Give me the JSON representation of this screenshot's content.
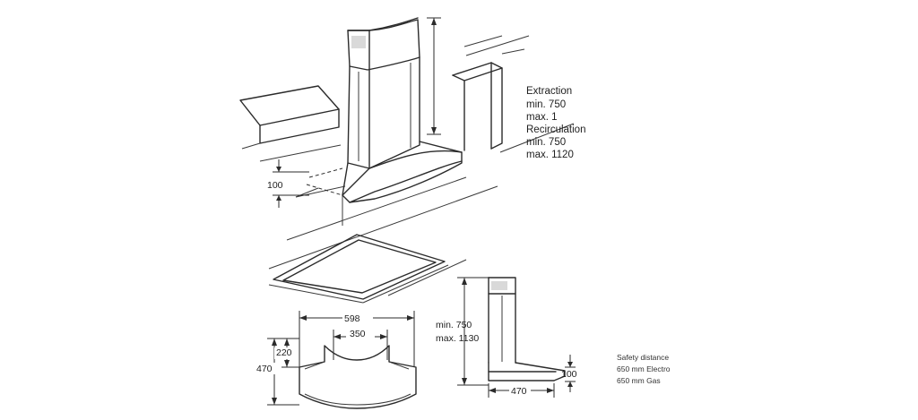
{
  "install_notes": {
    "extraction_title": "Extraction",
    "extraction_min": "min. 750",
    "extraction_max": "max. 1",
    "recirculation_title": "Recirculation",
    "recirculation_min": "min. 750",
    "recirculation_max": "max. 1120"
  },
  "perspective_dims": {
    "wall_offset": "100"
  },
  "plan_view": {
    "width_total": "598",
    "width_inner": "350",
    "depth_total": "470",
    "depth_inner": "220"
  },
  "side_view": {
    "height_min": "min. 750",
    "height_max": "max. 1130",
    "depth": "470",
    "canopy_height": "100"
  },
  "safety": {
    "title": "Safety distance",
    "electro": "650 mm Electro",
    "gas": "650 mm Gas"
  }
}
